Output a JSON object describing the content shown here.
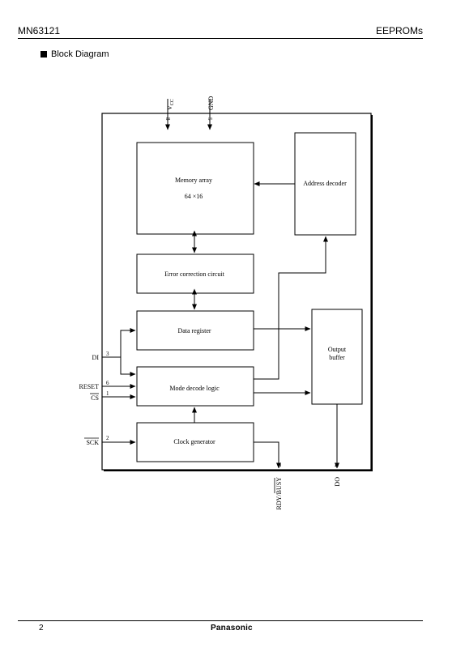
{
  "header": {
    "part_number": "MN63121",
    "category": "EEPROMs"
  },
  "section": {
    "title": "Block Diagram"
  },
  "diagram": {
    "blocks": {
      "memory_array": "Memory array",
      "memory_size": "64 ×16",
      "address_decoder": "Address decoder",
      "ecc": "Error correction circuit",
      "data_register": "Data register",
      "output_buffer_1": "Output",
      "output_buffer_2": "buffer",
      "mode_decode": "Mode decode logic",
      "clock_gen": "Clock generator"
    },
    "pins": {
      "vcc": {
        "num": "8",
        "label_main": "V",
        "label_sub": "CC"
      },
      "gnd": {
        "num": "5",
        "label": "GND"
      },
      "di": {
        "num": "3",
        "label": "DI"
      },
      "reset": {
        "num": "6",
        "label": "RESET"
      },
      "cs": {
        "num": "1",
        "label": "CS"
      },
      "sck": {
        "num": "2",
        "label": "SCK"
      },
      "rdy_busy": {
        "num": "7",
        "label_a": "RDY/",
        "label_b": "BUSY"
      },
      "do": {
        "num": "4",
        "label": "DO"
      }
    }
  },
  "footer": {
    "page": "2",
    "brand": "Panasonic"
  }
}
